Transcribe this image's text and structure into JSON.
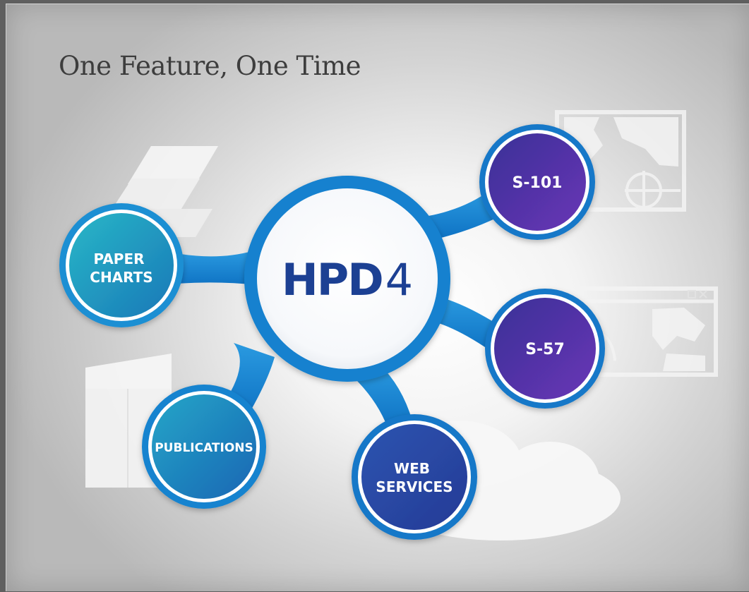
{
  "title": "One Feature, One Time",
  "center": {
    "label_main": "HPD",
    "label_num": "4"
  },
  "nodes": [
    {
      "id": "paper-charts",
      "lines": [
        "PAPER",
        "CHARTS"
      ]
    },
    {
      "id": "publications",
      "lines": [
        "PUBLICATIONS"
      ]
    },
    {
      "id": "web-services",
      "lines": [
        "WEB",
        "SERVICES"
      ]
    },
    {
      "id": "s-57",
      "lines": [
        "S-57"
      ]
    },
    {
      "id": "s-101",
      "lines": [
        "S-101"
      ]
    }
  ],
  "colors": {
    "connector": "#1487d3",
    "center_text": "#1f3f93",
    "teal": "#1aa1bd",
    "blue": "#2568b6",
    "navy": "#2a3f9c",
    "purple": "#4a2d99"
  }
}
